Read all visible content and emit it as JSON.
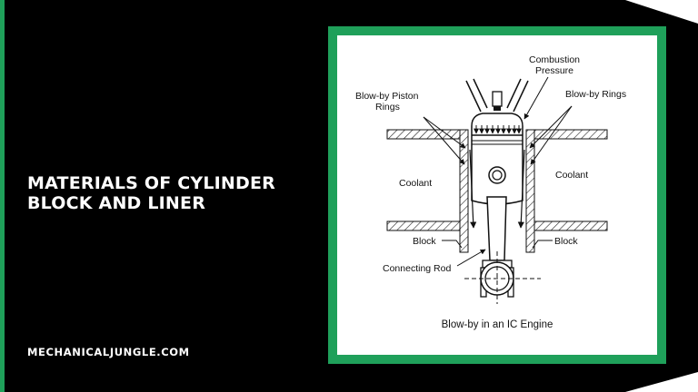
{
  "page": {
    "title": "MATERIALS OF CYLINDER BLOCK AND LINER",
    "site": "MECHANICALJUNGLE.COM"
  },
  "colors": {
    "accent": "#1fa05a",
    "background": "#000000",
    "text": "#ffffff"
  },
  "diagram": {
    "labels": {
      "combustion_pressure_1": "Combustion",
      "combustion_pressure_2": "Pressure",
      "blowby_piston_1": "Blow-by Piston",
      "blowby_piston_2": "Rings",
      "blowby_rings": "Blow-by Rings",
      "coolant_left": "Coolant",
      "coolant_right": "Coolant",
      "block_left": "Block",
      "block_right": "Block",
      "connecting_rod": "Connecting Rod",
      "caption": "Blow-by in an IC Engine"
    }
  }
}
